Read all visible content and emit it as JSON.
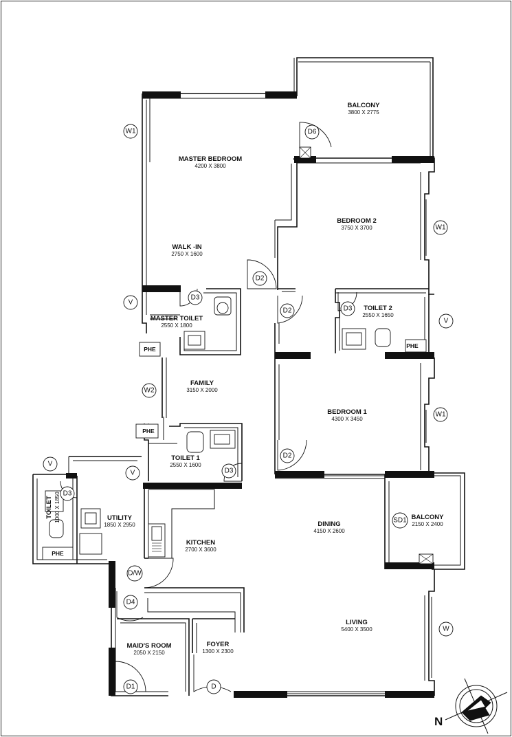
{
  "rooms": {
    "balcony_top": {
      "name": "BALCONY",
      "dims": "3800 X 2775"
    },
    "master_bedroom": {
      "name": "MASTER BEDROOM",
      "dims": "4200 X 3800"
    },
    "bedroom2": {
      "name": "BEDROOM 2",
      "dims": "3750 X 3700"
    },
    "walkin": {
      "name": "WALK -IN",
      "dims": "2750 X 1600"
    },
    "master_toilet": {
      "name": "MASTER TOILET",
      "dims": "2550 X 1800"
    },
    "toilet2": {
      "name": "TOILET 2",
      "dims": "2550 X 1650"
    },
    "family": {
      "name": "FAMILY",
      "dims": "3150 X 2000"
    },
    "bedroom1": {
      "name": "BEDROOM 1",
      "dims": "4300 X 3450"
    },
    "toilet1": {
      "name": "TOILET 1",
      "dims": "2550 X 1600"
    },
    "utility": {
      "name": "UTILITY",
      "dims": "1850 X 2950"
    },
    "maid_toilet": {
      "name": "TOILET",
      "dims": "1000 X 1850"
    },
    "kitchen": {
      "name": "KITCHEN",
      "dims": "2700 X 3600"
    },
    "dining": {
      "name": "DINING",
      "dims": "4150 X 2600"
    },
    "balcony_side": {
      "name": "BALCONY",
      "dims": "2150 X 2400"
    },
    "living": {
      "name": "LIVING",
      "dims": "5400 X 3500"
    },
    "maids_room": {
      "name": "MAID'S ROOM",
      "dims": "2050 X 2150"
    },
    "foyer": {
      "name": "FOYER",
      "dims": "1300 X 2300"
    }
  },
  "tags": {
    "w1_master": "W1",
    "w1_bed2": "W1",
    "w1_bed1": "W1",
    "w2": "W2",
    "w": "W",
    "v_master": "V",
    "v_toilet2": "V",
    "v_toilet1": "V",
    "v_maid": "V",
    "d6": "D6",
    "d2_walkin": "D2",
    "d2_bed2": "D2",
    "d2_bed1": "D2",
    "d3_master": "D3",
    "d3_toilet2": "D3",
    "d3_toilet1": "D3",
    "d3_maid": "D3",
    "sd1": "SD1",
    "dw": "D/W",
    "d4": "D4",
    "d1": "D1",
    "d": "D"
  },
  "phe": {
    "master": "PHE",
    "toilet2": "PHE",
    "toilet1": "PHE",
    "maid": "PHE"
  },
  "north_label": "N"
}
